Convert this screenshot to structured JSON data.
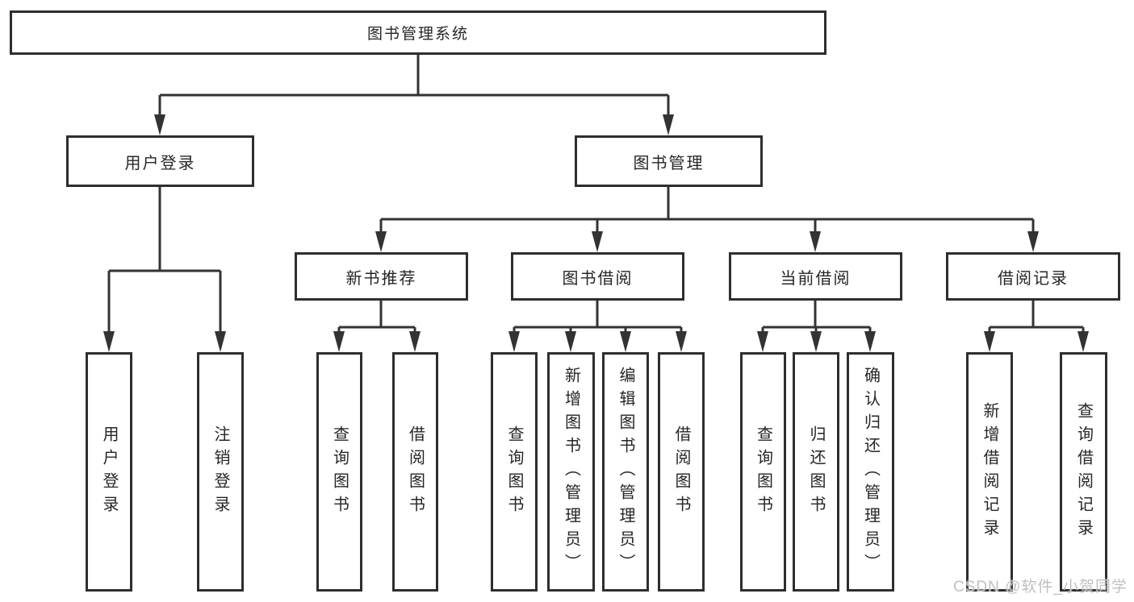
{
  "diagram_title": "图书管理系统",
  "nodes": {
    "root": {
      "label": "图书管理系统"
    },
    "level2": [
      {
        "label": "用户登录"
      },
      {
        "label": "图书管理"
      }
    ],
    "user_login_children": [
      {
        "label": "用户登录"
      },
      {
        "label": "注销登录"
      }
    ],
    "book_management_children": [
      {
        "label": "新书推荐"
      },
      {
        "label": "图书借阅"
      },
      {
        "label": "当前借阅"
      },
      {
        "label": "借阅记录"
      }
    ],
    "new_book_recommend_children": [
      {
        "label": "查询图书"
      },
      {
        "label": "借阅图书"
      }
    ],
    "book_borrowing_children": [
      {
        "label": "查询图书"
      },
      {
        "label": "新增图书（管理员）"
      },
      {
        "label": "编辑图书（管理员）"
      },
      {
        "label": "借阅图书"
      }
    ],
    "current_borrowing_children": [
      {
        "label": "查询图书"
      },
      {
        "label": "归还图书"
      },
      {
        "label": "确认归还（管理员）"
      }
    ],
    "borrowing_records_children": [
      {
        "label": "新增借阅记录"
      },
      {
        "label": "查询借阅记录"
      }
    ]
  },
  "watermark": {
    "text": "CSDN @软件_小贺同学"
  },
  "colors": {
    "line": "#333333",
    "box_border": "#2e2e2e",
    "text": "#262626",
    "watermark": "#c0c0c0",
    "background": "#ffffff"
  }
}
